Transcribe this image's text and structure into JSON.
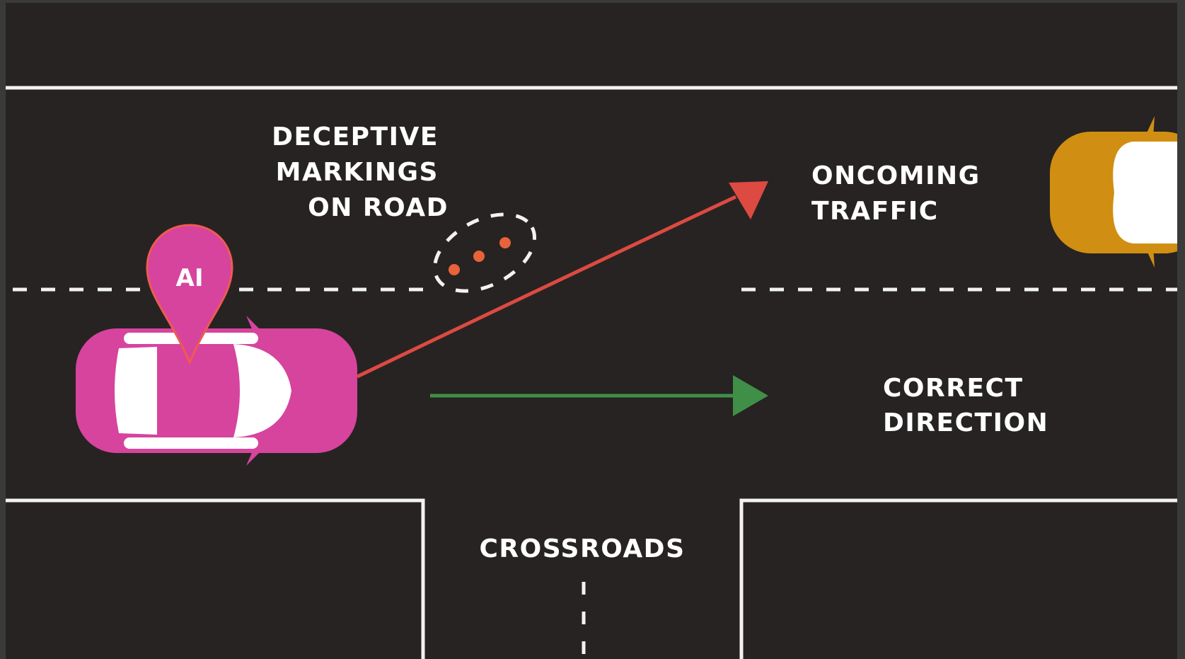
{
  "labels": {
    "deceptive": [
      "DECEPTIVE",
      "MARKINGS",
      "ON ROAD"
    ],
    "oncoming": [
      "ONCOMING",
      "TRAFFIC"
    ],
    "correct": [
      "CORRECT",
      "DIRECTION"
    ],
    "crossroads": "CROSSROADS",
    "ai_pin": "AI"
  },
  "colors": {
    "asphalt": "#272322",
    "frame": "#3a3a3a",
    "road_line": "#f2f2f2",
    "ai_car": "#d6449e",
    "oncoming_car": "#d08f12",
    "wrong_path": "#dc4a42",
    "correct_path": "#3f8f48",
    "marking_dots": "#e8623a"
  },
  "icons": {
    "ai_car": "car-top-view",
    "oncoming_car": "car-top-view",
    "ai_pin": "map-pin"
  }
}
